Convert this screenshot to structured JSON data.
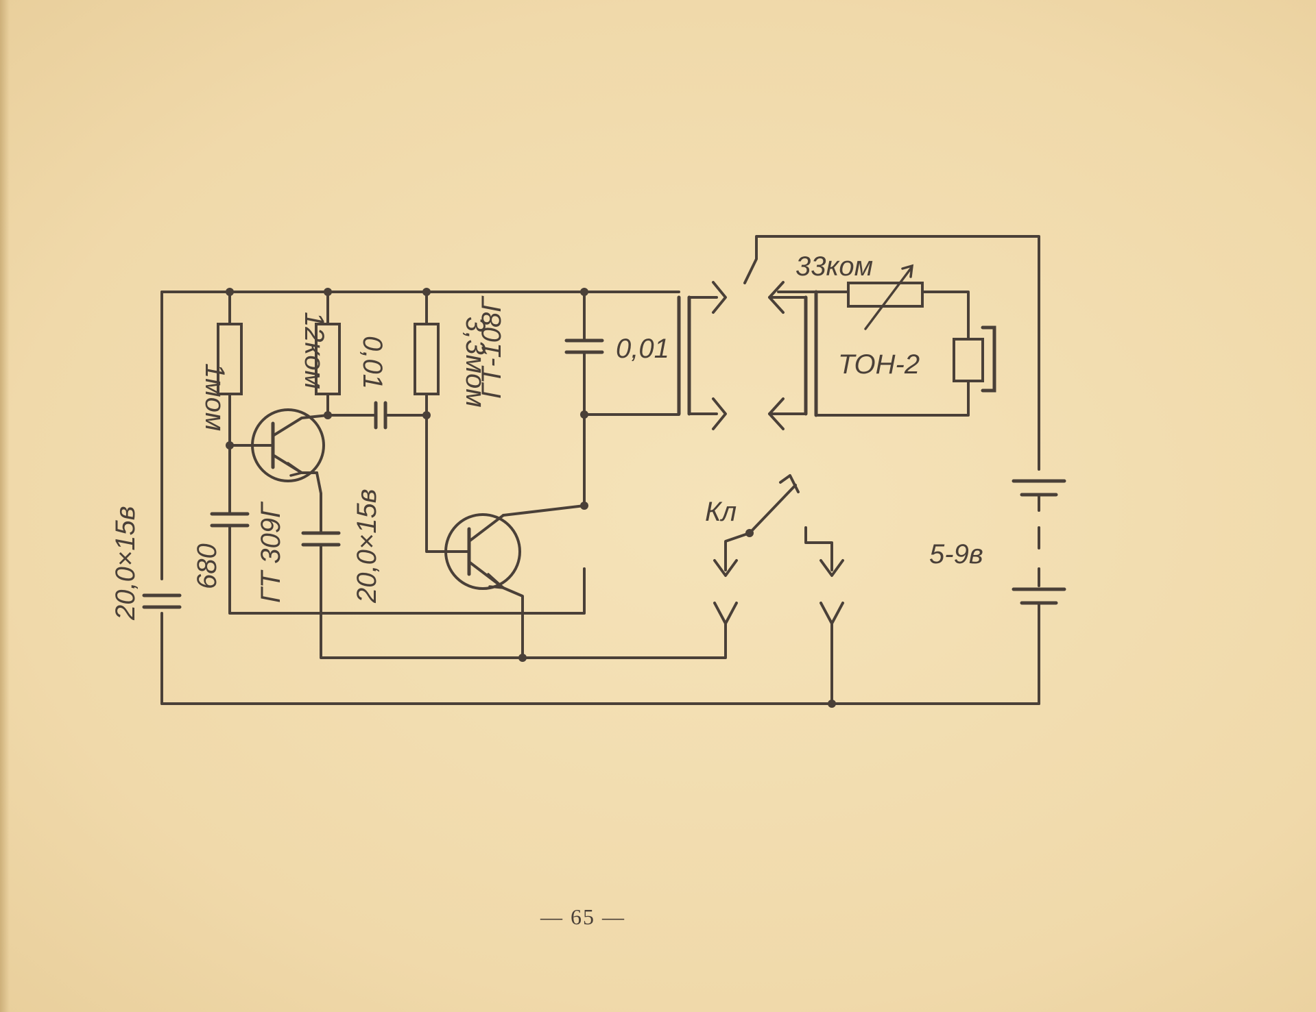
{
  "diagram": {
    "labels": {
      "r1": "1мом",
      "r2": "12ком",
      "c_coupling": "0,01",
      "r3": "3,3мом",
      "t2_type": "ГТ-108Г",
      "c_out": "0,01",
      "potentiometer": "33ком",
      "headphone": "ТОН-2",
      "key": "Кл",
      "battery": "5-9в",
      "t1_type": "ГТ 309Г",
      "c_emitter": "20,0×15в",
      "c_base": "680",
      "c_supply": "20,0×15в"
    }
  },
  "footer": {
    "page_number": "— 65 —"
  },
  "colors": {
    "paper": "#f2ddb0",
    "ink": "#4a4038"
  }
}
